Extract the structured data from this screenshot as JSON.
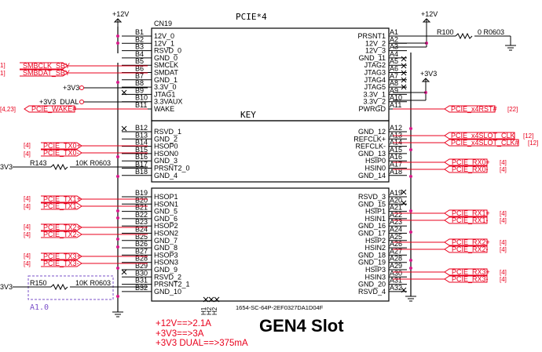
{
  "connector": {
    "refdes": "CN19",
    "name": "PCIE*4",
    "part_number": "1654-SC-64P-2EF0327DA1D04F",
    "key_label": "KEY",
    "h_pins": [
      "H1",
      "H2",
      "H2"
    ]
  },
  "power_labels": {
    "left_top": "+12V",
    "right_top": "+12V",
    "right_3v3": "+3V3"
  },
  "left_pins": [
    {
      "num": "B1",
      "name": "12V_0"
    },
    {
      "num": "B2",
      "name": "12V_1"
    },
    {
      "num": "B3",
      "name": "RSVD_0"
    },
    {
      "num": "B4",
      "name": "GND_0"
    },
    {
      "num": "B5",
      "name": "SMCLK"
    },
    {
      "num": "B6",
      "name": "SMDAT"
    },
    {
      "num": "B7",
      "name": "GND_1"
    },
    {
      "num": "B8",
      "name": "3.3V_0"
    },
    {
      "num": "B9",
      "name": "JTAG1"
    },
    {
      "num": "B10",
      "name": "3.3VAUX"
    },
    {
      "num": "B11",
      "name": "WAKE"
    },
    {
      "num": "B12",
      "name": "RSVD_1"
    },
    {
      "num": "B13",
      "name": "GND_2"
    },
    {
      "num": "B14",
      "name": "HSOP0"
    },
    {
      "num": "B15",
      "name": "HSON0"
    },
    {
      "num": "B16",
      "name": "GND_3"
    },
    {
      "num": "B17",
      "name": "PRSNT2_0"
    },
    {
      "num": "B18",
      "name": "GND_4"
    },
    {
      "num": "B19",
      "name": "HSOP1"
    },
    {
      "num": "B20",
      "name": "HSON1"
    },
    {
      "num": "B21",
      "name": "GND_5"
    },
    {
      "num": "B22",
      "name": "GND_6"
    },
    {
      "num": "B23",
      "name": "HSOP2"
    },
    {
      "num": "B24",
      "name": "HSON2"
    },
    {
      "num": "B25",
      "name": "GND_7"
    },
    {
      "num": "B26",
      "name": "GND_8"
    },
    {
      "num": "B27",
      "name": "HSOP3"
    },
    {
      "num": "B28",
      "name": "HSON3"
    },
    {
      "num": "B29",
      "name": "GND_9"
    },
    {
      "num": "B30",
      "name": "RSVD_2"
    },
    {
      "num": "B31",
      "name": "PRSNT2_1"
    },
    {
      "num": "B32",
      "name": "GND_10"
    }
  ],
  "right_pins": [
    {
      "num": "A1",
      "name": "PRSNT1"
    },
    {
      "num": "A2",
      "name": "12V_2"
    },
    {
      "num": "A3",
      "name": "12V_3"
    },
    {
      "num": "A4",
      "name": "GND_11"
    },
    {
      "num": "A5",
      "name": "JTAG2"
    },
    {
      "num": "A6",
      "name": "JTAG3"
    },
    {
      "num": "A7",
      "name": "JTAG4"
    },
    {
      "num": "A8",
      "name": "JTAG5"
    },
    {
      "num": "A9",
      "name": "3.3V_1"
    },
    {
      "num": "A10",
      "name": "3.3V_2"
    },
    {
      "num": "A11",
      "name": "PWRGD"
    },
    {
      "num": "A12",
      "name": "GND_12"
    },
    {
      "num": "A13",
      "name": "REFCLK+"
    },
    {
      "num": "A14",
      "name": "REFCLK-"
    },
    {
      "num": "A15",
      "name": "GND_13"
    },
    {
      "num": "A16",
      "name": "HSIP0"
    },
    {
      "num": "A17",
      "name": "HSIN0"
    },
    {
      "num": "A18",
      "name": "GND_14"
    },
    {
      "num": "A19",
      "name": "RSVD_3"
    },
    {
      "num": "A20",
      "name": "GND_15"
    },
    {
      "num": "A21",
      "name": "HSIP1"
    },
    {
      "num": "A22",
      "name": "HSIN1"
    },
    {
      "num": "A23",
      "name": "GND_16"
    },
    {
      "num": "A24",
      "name": "GND_17"
    },
    {
      "num": "A25",
      "name": "HSIP2"
    },
    {
      "num": "A26",
      "name": "HSIN2"
    },
    {
      "num": "A27",
      "name": "GND_18"
    },
    {
      "num": "A28",
      "name": "GND_19"
    },
    {
      "num": "A29",
      "name": "HSIP3"
    },
    {
      "num": "A30",
      "name": "HSIN3"
    },
    {
      "num": "A31",
      "name": "GND_20"
    },
    {
      "num": "A32",
      "name": "RSVD_4"
    }
  ],
  "left_nets": {
    "smbclk": "SMBCLK_SBY",
    "smbdat": "SMBDAT_SBY",
    "smb_ref1": "1]",
    "smb_ref2": "1]",
    "v3v3": "+3V3",
    "v3v3_dual": "+3V3_DUAL",
    "wake": "PCIE_WAKE#",
    "wake_ref": "[4,23]",
    "tx0p": "PCIE_TX0+",
    "tx0n": "PCIE_TX0-",
    "tx1p": "PCIE_TX1+",
    "tx1n": "PCIE_TX1-",
    "tx2p": "PCIE_TX2+",
    "tx2n": "PCIE_TX2-",
    "tx3p": "PCIE_TX3+",
    "tx3n": "PCIE_TX3-",
    "ref4": "[4]",
    "r143_net": "3V3",
    "r143": "R143",
    "r143_val": "10K R0603",
    "r150_net": "3V3",
    "r150": "R150",
    "r150_val": "10K R0603",
    "group_label": "A1.0"
  },
  "right_nets": {
    "r100": "R100",
    "r100_val": "0 R0603",
    "x4rst": "PCIE_x4RST#",
    "x4rst_ref": "[22]",
    "clkp": "PCIE_x4SLOT_CLK",
    "clkn": "PCIE_x4SLOT_CLK#",
    "clk_ref": "[12]",
    "rx0p": "PCIE_RX0+",
    "rx0n": "PCIE_RX0-",
    "rx1p": "PCIE_RX1+",
    "rx1n": "PCIE_RX1-",
    "rx2p": "PCIE_RX2+",
    "rx2n": "PCIE_RX2-",
    "rx3p": "PCIE_RX3+",
    "rx3n": "PCIE_RX3-",
    "ref4": "[4]"
  },
  "notes": [
    "+12V==>2.1A",
    "+3V3==>3A",
    "+3V3  DUAL==>375mA"
  ],
  "title": "GEN4 Slot"
}
